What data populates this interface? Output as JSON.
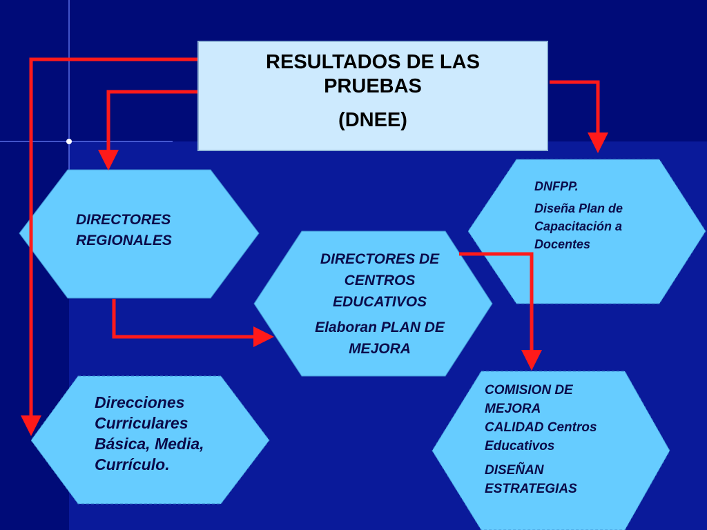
{
  "top_box": {
    "line1": "RESULTADOS DE LAS PRUEBAS",
    "line2": "(DNEE)"
  },
  "nodes": {
    "directores_regionales": {
      "line1": "DIRECTORES REGIONALES"
    },
    "directores_centros": {
      "line1": "DIRECTORES DE CENTROS EDUCATIVOS",
      "line2": "Elaboran PLAN DE MEJORA"
    },
    "dnfpp": {
      "line1": "DNFPP.",
      "line2": "Diseña Plan de Capacitación a Docentes"
    },
    "direcciones_curriculares": {
      "line1": "Direcciones Curriculares Básica, Media, Currículo."
    },
    "comision": {
      "line1": "COMISION DE MEJORA CALIDAD Centros Educativos",
      "line2": "DISEÑAN ESTRATEGIAS"
    }
  },
  "colors": {
    "background": "#000b78",
    "background_band": "#0a1a9a",
    "box_fill": "#cdeafe",
    "hexagon_fill": "#66ccff",
    "arrow": "#ff1a1a"
  }
}
